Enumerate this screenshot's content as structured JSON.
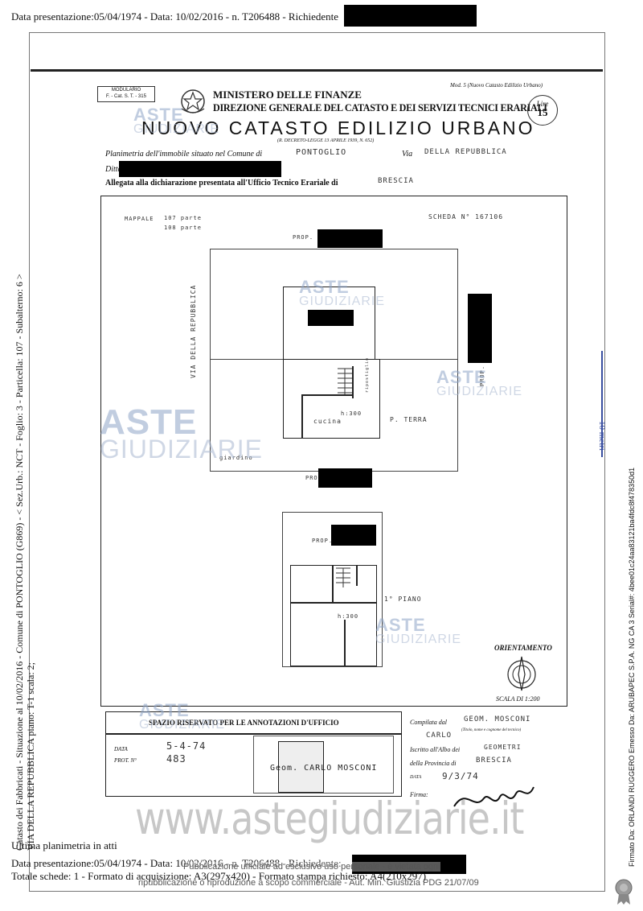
{
  "header": {
    "text": "Data presentazione:05/04/1974 - Data: 10/02/2016 - n. T206488 - Richiedente"
  },
  "form": {
    "modulario_l1": "MODULARIO",
    "modulario_l2": "F. - Cat. S. T. - 315",
    "ministry": "MINISTERO DELLE FINANZE",
    "direzione": "DIREZIONE GENERALE DEL CATASTO E DEI SERVIZI TECNICI ERARIALI",
    "title": "NUOVO CATASTO EDILIZIO URBANO",
    "decree": "(R. DECRETO-LEGGE 13 APRILE 1939, N. 652)",
    "mod_label": "Mod. 5 (Nuovo Catasto Edilizio Urbano)",
    "stamp_lire": "Lire",
    "stamp_value": "15",
    "planimetria_label": "Planimetria dell'immobile situato nel Comune di",
    "comune": "PONTOGLIO",
    "via_label": "Via",
    "via_value": "DELLA REPUBBLICA",
    "ditta_label": "Ditta",
    "allegata_label": "Allegata alla dichiarazione presentata all'Ufficio Tecnico Erariale di",
    "ufficio": "BRESCIA"
  },
  "plan": {
    "mappale_label": "MAPPALE",
    "mappale_1": "107 parte",
    "mappale_2": "108 parte",
    "scheda": "SCHEDA N° 167106",
    "prop": "PROP.",
    "prop_b": "PROP.",
    "prop_c": "PROP.",
    "prop_vert": "PROP.",
    "via_label": "VIA DELLA REPUBBLICA",
    "cucina": "cucina",
    "h300": "h:300",
    "h300b": "h:300",
    "p_terra": "P. TERRA",
    "giardino": "giardino",
    "primo_piano": "1° PIANO",
    "ripostiglio": "ripostiglio",
    "orientamento": "ORIENTAMENTO",
    "scala": "SCALA DI 1:200"
  },
  "office": {
    "spazio": "SPAZIO RISERVATO PER LE ANNOTAZIONI D'UFFICIO",
    "data_label": "DATA",
    "data_value": "5-4-74",
    "prot_label": "PROT. N°",
    "prot_value": "483",
    "stamp_text": "Geom. CARLO MOSCONI",
    "compilata_label": "Compilata dal",
    "compilata_value": "GEOM. MOSCONI",
    "nome_value": "CARLO",
    "nome_hint": "(Titolo, nome e cognome del tecnico)",
    "iscritto_label": "Iscritto all'Albo dei",
    "iscritto_value": "GEOMETRI",
    "provincia_label": "della Provincia di",
    "provincia_value": "BRESCIA",
    "data2_label": "DATA",
    "data2_value": "9/3/74",
    "firma_label": "Firma:"
  },
  "sidebar_left": {
    "line1": "Catasto dei Fabbricati - Situazione al 10/02/2016 - Comune di PONTOGLIO (G869) - < Sez.Urb.: NCT - Foglio: 3 - Particella: 107 - Subalterno: 6 >",
    "line2": "VIA DELLA REPUBBLICA piano: T-1 scala: 2;"
  },
  "sidebar_right": {
    "signature": "Firmato Da: ORLANDI RUGGERO Emesso Da: ARUBAPEC S.P.A. NG CA 3 Serial#: 4bee01c24aa83121ba4fdc8f478350d1"
  },
  "scale_bar": {
    "label": "10 metri"
  },
  "footer": {
    "ultima": "Ultima planimetria in atti",
    "line1": "Data presentazione:05/04/1974 - Data: 10/02/2016 - n. T206488 - Richiedente:",
    "line2": "Totale schede: 1 - Formato di acquisizione: A3(297x420) - Formato stampa richiesto: A4(210x297)",
    "overlay1": "Pubblicazione ufficiale ad esclusivo uso personale - è vietata ogni",
    "overlay2": "ripubblicazione o riproduzione a scopo commerciale - Aut. Min. Giustizia PDG 21/07/09"
  },
  "watermark": {
    "aste": "ASTE",
    "giudiziarie": "GIUDIZIARIE",
    "aste2": "ASTE",
    "giudiziarie2": "GIUDIZIARIE",
    "aste3": "ASTE",
    "giudiziarie3": "GIUDIZIARIE",
    "aste4": "ASTE",
    "giudiziarie4": "GIUDIZIARIE",
    "aste5": "ASTE",
    "giudiziarie5": "GIUDIZIARIE",
    "aste6": "ASTE",
    "giudiziarie6": "GIUDIZIARIE",
    "site": "www.astegiudiziarie.it"
  }
}
